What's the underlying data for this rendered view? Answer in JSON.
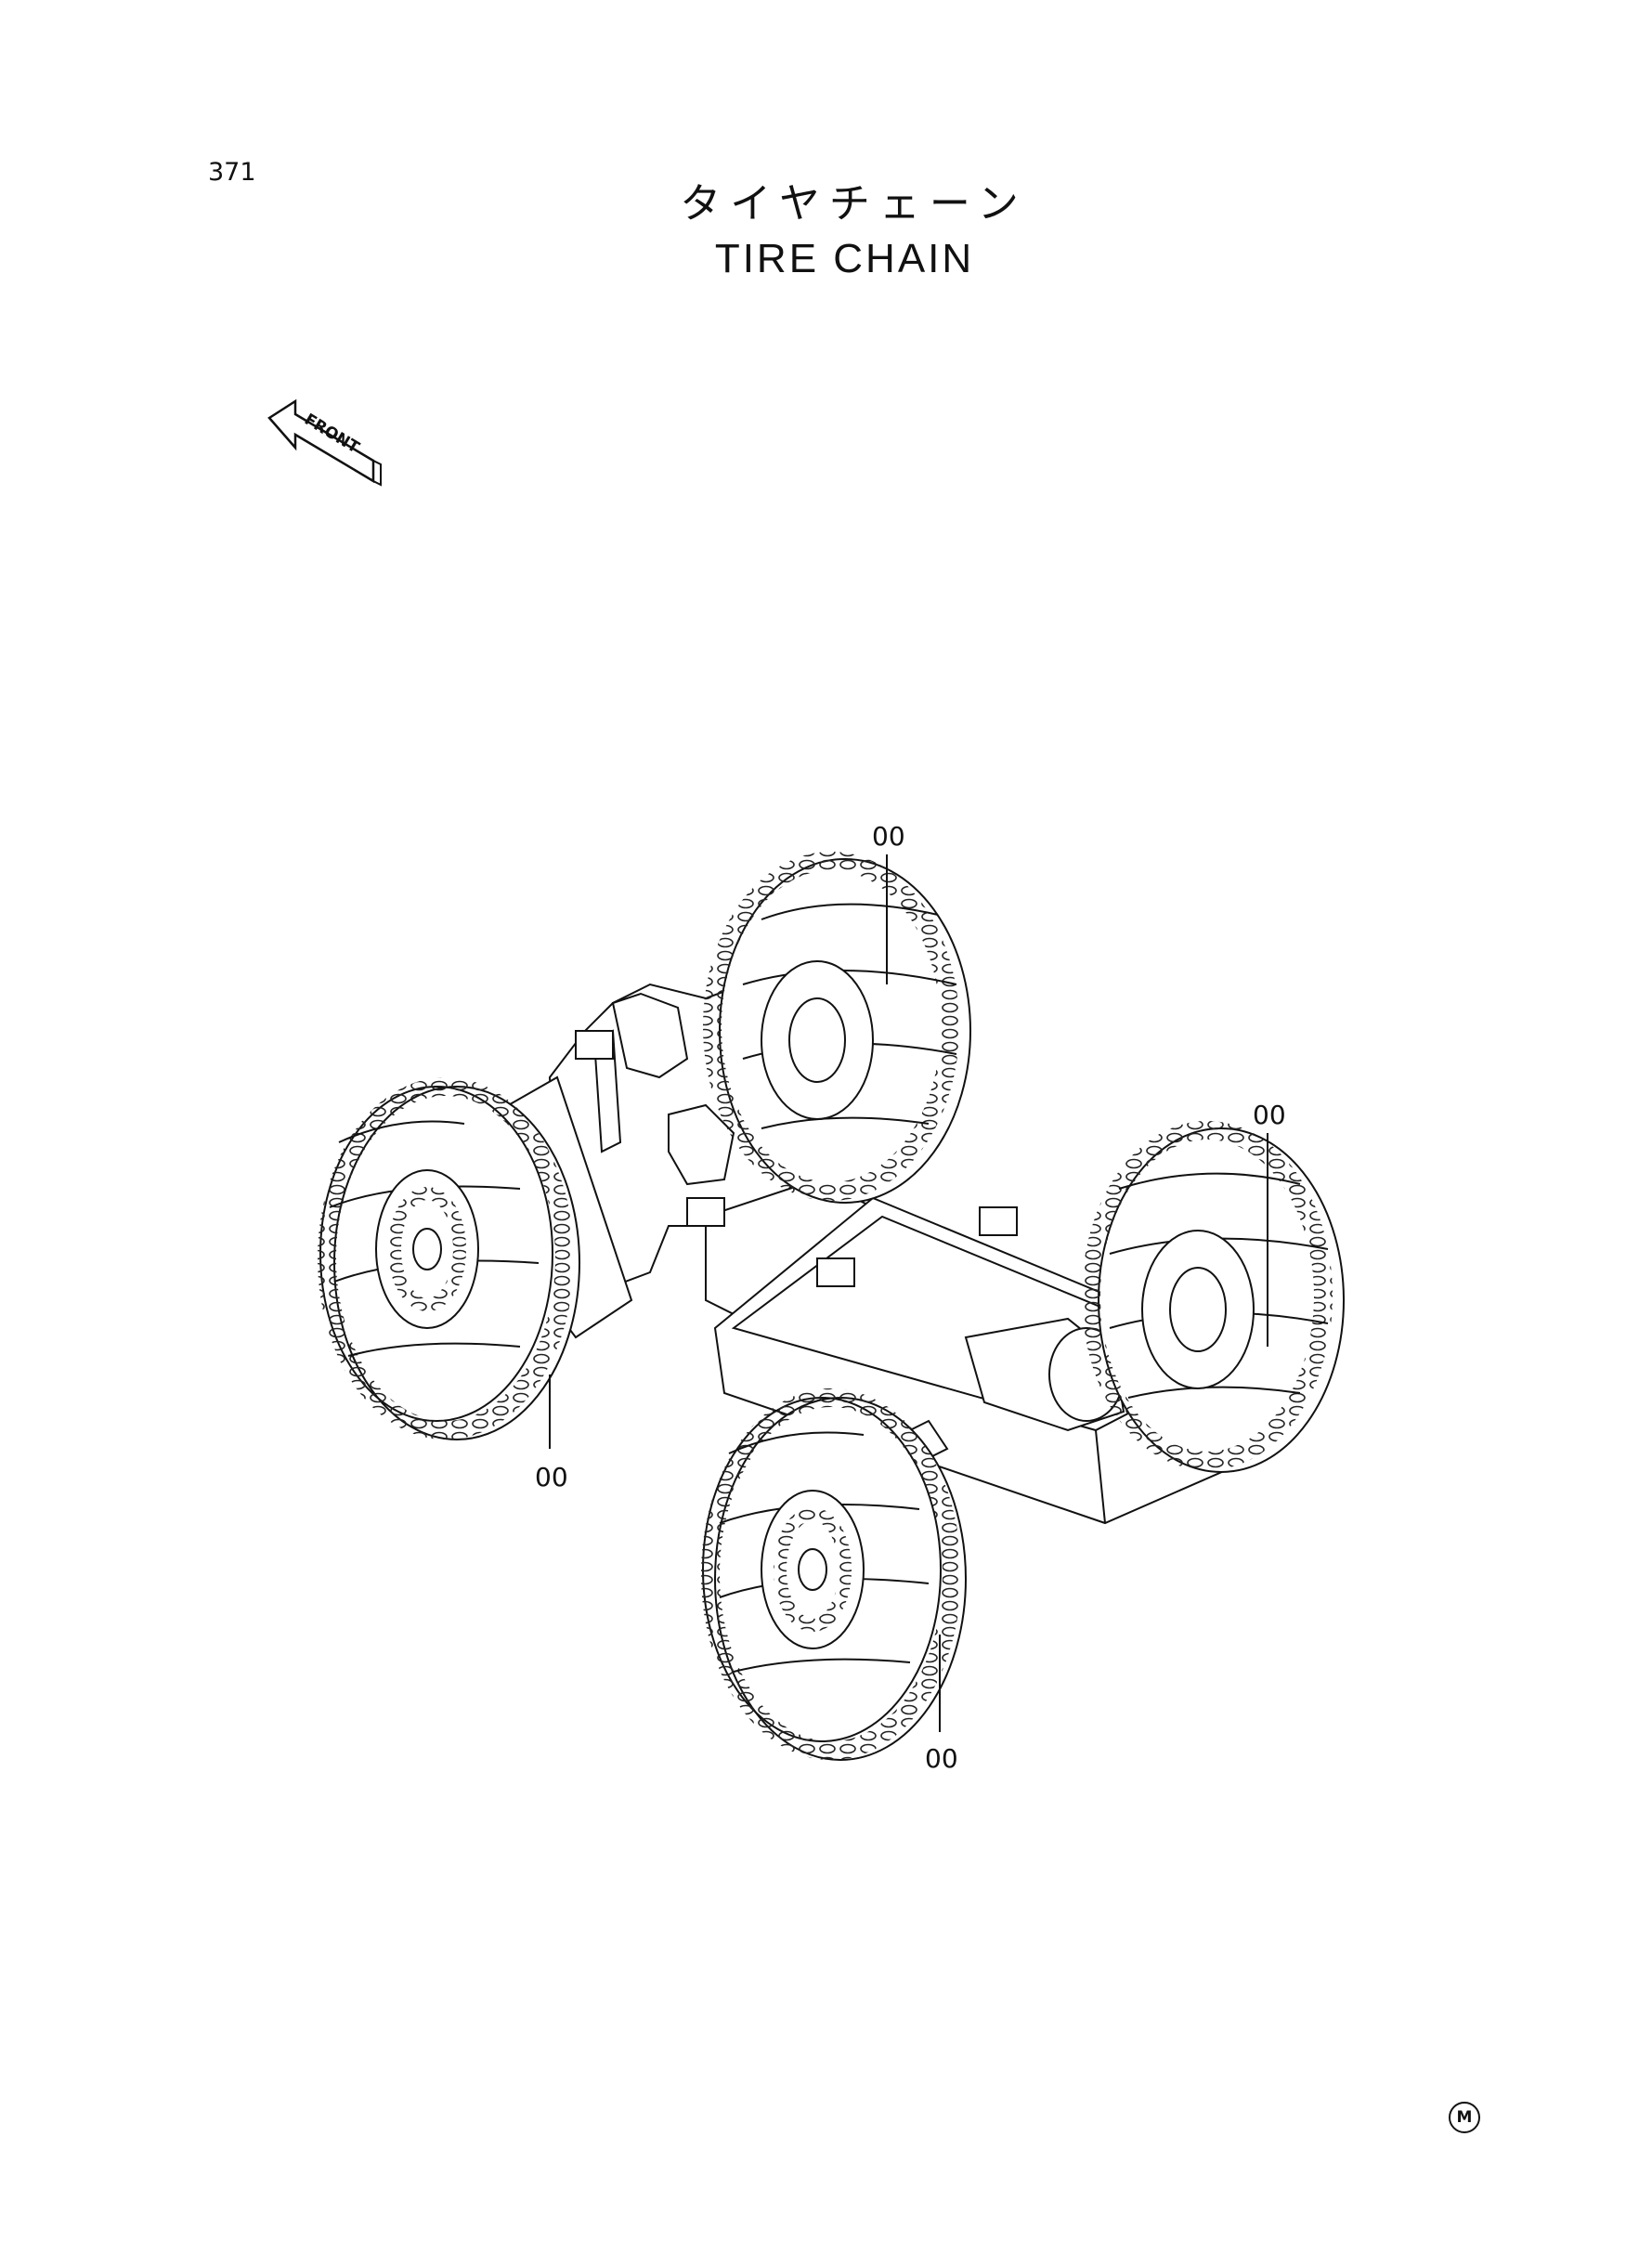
{
  "page_number": "371",
  "title": {
    "japanese": "タイヤチェーン",
    "english": "TIRE CHAIN"
  },
  "front_arrow_label": "FRONT",
  "callouts": [
    "00",
    "00",
    "00",
    "00"
  ],
  "footer_mark": "M"
}
